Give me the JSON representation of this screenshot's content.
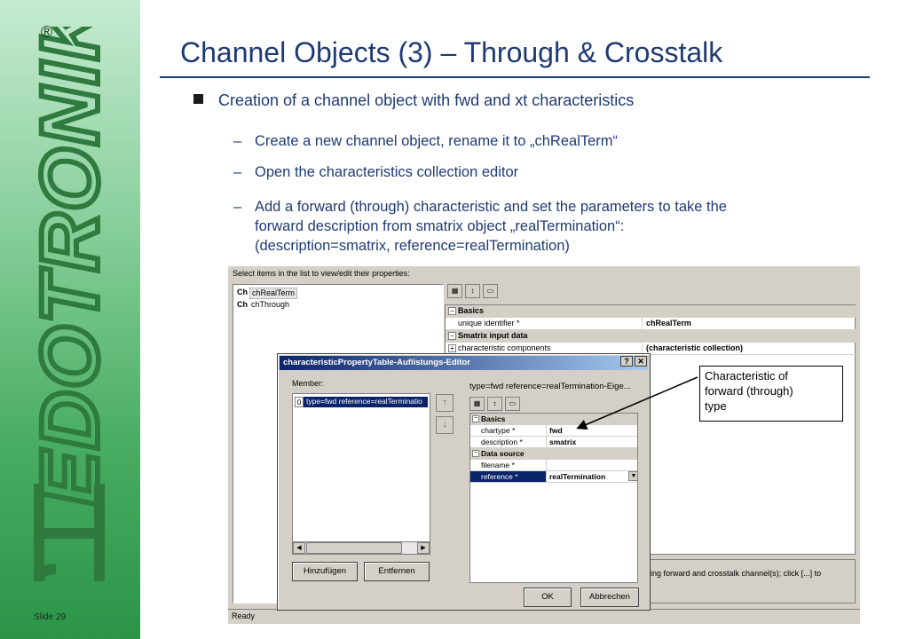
{
  "slide": {
    "brand": "EDOTRONIK",
    "registered_mark": "®",
    "slide_number": "Slide 29",
    "title": "Channel Objects (3) – Through & Crosstalk",
    "bullet": "Creation of a channel object with fwd and xt characteristics",
    "sub_items": [
      "Create a new channel object, rename it to „chRealTerm“",
      "Open the characteristics collection editor",
      "Add a forward (through) characteristic and set the parameters to take the",
      "forward description from smatrix object „realTermination“:",
      "(description=smatrix, reference=realTermination)"
    ],
    "dash": "–"
  },
  "app": {
    "hint": "Select items in the list to view/edit their properties:",
    "list_items": [
      {
        "prefix": "Ch",
        "name": "chRealTerm"
      },
      {
        "prefix": "Ch",
        "name": "chThrough"
      }
    ],
    "grid_rows": [
      {
        "type": "cat",
        "sign": "⊟",
        "key": "Basics",
        "value": ""
      },
      {
        "type": "prop",
        "key": "unique identifier *",
        "value": "chRealTerm"
      },
      {
        "type": "cat",
        "sign": "⊟",
        "key": "Smatrix input data",
        "value": ""
      },
      {
        "type": "prop",
        "sign": "⊞",
        "key": "characteristic components",
        "value": "(characteristic collection)"
      }
    ],
    "description_text": "ping forward and crosstalk channel(s); click [...] to",
    "status": "Ready"
  },
  "dialog": {
    "title": "characteristicPropertyTable-Auflistungs-Editor",
    "help_btn": "?",
    "close_btn": "✕",
    "member_label": "Member:",
    "member_index": "0",
    "member_text": "type=fwd reference=realTerminatio",
    "up_arrow": "↑",
    "down_arrow": "↓",
    "add_button": "Hinzufügen",
    "remove_button": "Entfernen",
    "right_title": "type=fwd reference=realTermination-Eige...",
    "grid_rows": [
      {
        "type": "cat",
        "sign": "⊟",
        "key": "Basics",
        "value": ""
      },
      {
        "type": "prop",
        "key": "chartype *",
        "value": "fwd"
      },
      {
        "type": "prop",
        "key": "description *",
        "value": "smatrix"
      },
      {
        "type": "cat",
        "sign": "⊟",
        "key": "Data source",
        "value": ""
      },
      {
        "type": "prop",
        "key": "filename *",
        "value": ""
      },
      {
        "type": "sel",
        "key": "reference *",
        "value": "realTermination"
      }
    ],
    "ok_button": "OK",
    "cancel_button": "Abbrechen"
  },
  "callout": {
    "lines": [
      "Characteristic of",
      "forward (through)",
      "type"
    ]
  },
  "colors": {
    "title": "#1f3a73",
    "sidebar_top": "#c6ebd0",
    "sidebar_bottom": "#2a9447",
    "logo": "#2f7a3e",
    "selection": "#0a246a"
  }
}
